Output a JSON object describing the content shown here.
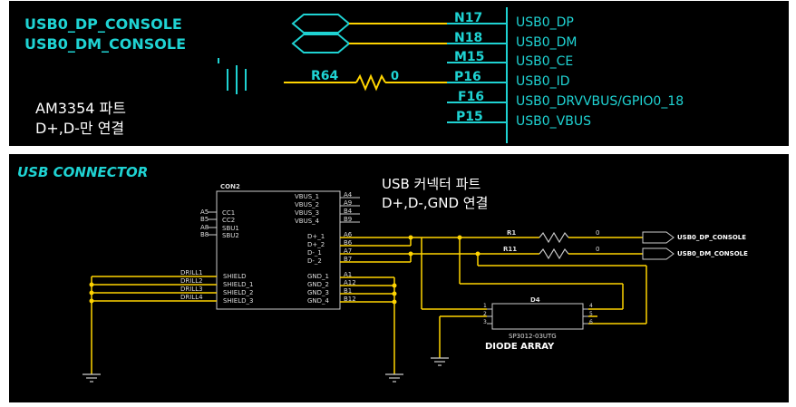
{
  "top": {
    "nets": [
      "USB0_DP_CONSOLE",
      "USB0_DM_CONSOLE"
    ],
    "resistor": {
      "ref": "R64",
      "value": "0"
    },
    "pins": [
      {
        "num": "N17",
        "name": "USB0_DP"
      },
      {
        "num": "N18",
        "name": "USB0_DM"
      },
      {
        "num": "M15",
        "name": "USB0_CE"
      },
      {
        "num": "P16",
        "name": "USB0_ID"
      },
      {
        "num": "F16",
        "name": "USB0_DRVVBUS/GPIO0_18"
      },
      {
        "num": "P15",
        "name": "USB0_VBUS"
      }
    ],
    "note_line1": "AM3354 파트",
    "note_line2": "D+,D-만 연결"
  },
  "bottom": {
    "title": "USB CONNECTOR",
    "connector_ref": "CON2",
    "note_line1": "USB 커넥터 파트",
    "note_line2": "D+,D-,GND 연결",
    "left_pins": [
      {
        "pin": "A5",
        "name": "CC1"
      },
      {
        "pin": "B5",
        "name": "CC2"
      },
      {
        "pin": "A8",
        "name": "SBU1"
      },
      {
        "pin": "B8",
        "name": "SBU2"
      }
    ],
    "drill_pins": [
      {
        "net": "DRILL1",
        "name": "SHIELD"
      },
      {
        "net": "DRILL2",
        "name": "SHIELD_1"
      },
      {
        "net": "DRILL3",
        "name": "SHIELD_2"
      },
      {
        "net": "DRILL4",
        "name": "SHIELD_3"
      }
    ],
    "vbus_pins": [
      {
        "name": "VBUS_1",
        "pin": "A4"
      },
      {
        "name": "VBUS_2",
        "pin": "A9"
      },
      {
        "name": "VBUS_3",
        "pin": "B4"
      },
      {
        "name": "VBUS_4",
        "pin": "B9"
      }
    ],
    "data_pins": [
      {
        "name": "D+_1",
        "pin": "A6"
      },
      {
        "name": "D+_2",
        "pin": "B6"
      },
      {
        "name": "D-_1",
        "pin": "A7"
      },
      {
        "name": "D-_2",
        "pin": "B7"
      }
    ],
    "gnd_pins": [
      {
        "name": "GND_1",
        "pin": "A1"
      },
      {
        "name": "GND_2",
        "pin": "A12"
      },
      {
        "name": "GND_3",
        "pin": "B1"
      },
      {
        "name": "GND_4",
        "pin": "B12"
      }
    ],
    "resistors": [
      {
        "ref": "R1",
        "value": "0",
        "net": "USB0_DP_CONSOLE"
      },
      {
        "ref": "R11",
        "value": "0",
        "net": "USB0_DM_CONSOLE"
      }
    ],
    "diode": {
      "ref": "D4",
      "part": "SP3012-03UTG",
      "label": "DIODE ARRAY",
      "left_pins": [
        "1",
        "2",
        "3"
      ],
      "right_pins": [
        "4",
        "5",
        "6"
      ]
    }
  }
}
